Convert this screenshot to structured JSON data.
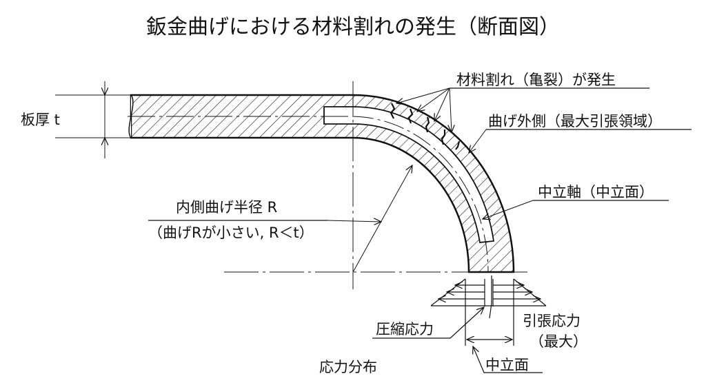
{
  "title": "鈑金曲げにおける材料割れの発生（断面図）",
  "labels": {
    "thickness": "板厚 t",
    "crack": "材料割れ（亀裂）が発生",
    "outer": "曲げ外側（最大引張領域）",
    "neutral_axis": "中立軸（中立面）",
    "inner_radius_line1": "内側曲げ半径  R",
    "inner_radius_line2": "（曲げRが小さい, R＜t）",
    "compressive": "圧縮応力",
    "tensile_line1": "引張応力",
    "tensile_line2": "（最大）",
    "stress_distribution": "応力分布",
    "neutral_plane": "中立面"
  },
  "colors": {
    "line": "#111111",
    "background": "#ffffff"
  }
}
